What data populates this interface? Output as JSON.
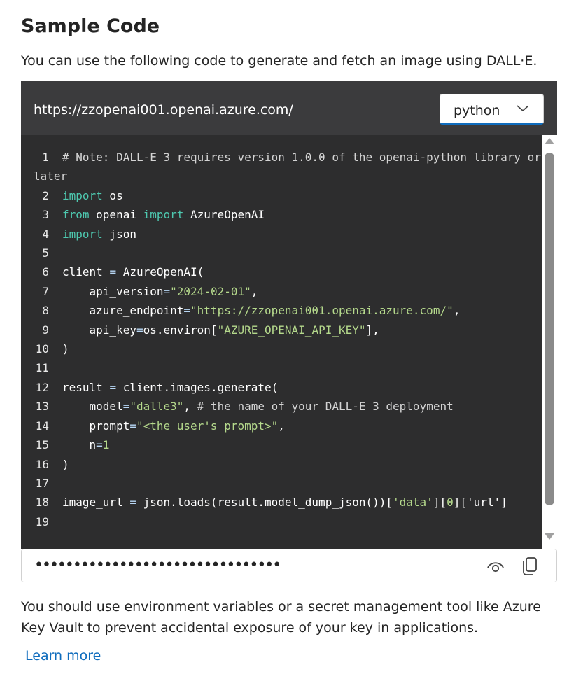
{
  "section": {
    "title": "Sample Code",
    "description": "You can use the following code to generate and fetch an image using DALL·E."
  },
  "code_panel": {
    "endpoint": "https://zzopenai001.openai.azure.com/",
    "language": "python",
    "lines": [
      {
        "n": "1",
        "tokens": [
          {
            "t": "# Note: DALL-E 3 requires version 1.0.0 of the openai-python library or later",
            "c": "cm"
          }
        ]
      },
      {
        "n": "2",
        "tokens": [
          {
            "t": "import",
            "c": "kw"
          },
          {
            "t": " os",
            "c": ""
          }
        ]
      },
      {
        "n": "3",
        "tokens": [
          {
            "t": "from",
            "c": "kw"
          },
          {
            "t": " openai ",
            "c": ""
          },
          {
            "t": "import",
            "c": "kw"
          },
          {
            "t": " AzureOpenAI",
            "c": ""
          }
        ]
      },
      {
        "n": "4",
        "tokens": [
          {
            "t": "import",
            "c": "kw"
          },
          {
            "t": " json",
            "c": ""
          }
        ]
      },
      {
        "n": "5",
        "tokens": []
      },
      {
        "n": "6",
        "tokens": [
          {
            "t": "client ",
            "c": ""
          },
          {
            "t": "=",
            "c": "op"
          },
          {
            "t": " AzureOpenAI(",
            "c": ""
          }
        ]
      },
      {
        "n": "7",
        "tokens": [
          {
            "t": "    api_version",
            "c": ""
          },
          {
            "t": "=",
            "c": "op"
          },
          {
            "t": "\"2024-02-01\"",
            "c": "str"
          },
          {
            "t": ",",
            "c": ""
          }
        ]
      },
      {
        "n": "8",
        "tokens": [
          {
            "t": "    azure_endpoint",
            "c": ""
          },
          {
            "t": "=",
            "c": "op"
          },
          {
            "t": "\"https://zzopenai001.openai.azure.com/\"",
            "c": "str"
          },
          {
            "t": ",",
            "c": ""
          }
        ]
      },
      {
        "n": "9",
        "tokens": [
          {
            "t": "    api_key",
            "c": ""
          },
          {
            "t": "=",
            "c": "op"
          },
          {
            "t": "os.environ[",
            "c": ""
          },
          {
            "t": "\"AZURE_OPENAI_API_KEY\"",
            "c": "str"
          },
          {
            "t": "],",
            "c": ""
          }
        ]
      },
      {
        "n": "10",
        "tokens": [
          {
            "t": ")",
            "c": ""
          }
        ]
      },
      {
        "n": "11",
        "tokens": []
      },
      {
        "n": "12",
        "tokens": [
          {
            "t": "result ",
            "c": ""
          },
          {
            "t": "=",
            "c": "op"
          },
          {
            "t": " client.images.generate(",
            "c": ""
          }
        ]
      },
      {
        "n": "13",
        "tokens": [
          {
            "t": "    model",
            "c": ""
          },
          {
            "t": "=",
            "c": "op"
          },
          {
            "t": "\"dalle3\"",
            "c": "str"
          },
          {
            "t": ", ",
            "c": ""
          },
          {
            "t": "# the name of your DALL-E 3 deployment",
            "c": "cm"
          }
        ]
      },
      {
        "n": "14",
        "tokens": [
          {
            "t": "    prompt",
            "c": ""
          },
          {
            "t": "=",
            "c": "op"
          },
          {
            "t": "\"<the user's prompt>\"",
            "c": "str"
          },
          {
            "t": ",",
            "c": ""
          }
        ]
      },
      {
        "n": "15",
        "tokens": [
          {
            "t": "    n",
            "c": ""
          },
          {
            "t": "=",
            "c": "op"
          },
          {
            "t": "1",
            "c": "num"
          }
        ]
      },
      {
        "n": "16",
        "tokens": [
          {
            "t": ")",
            "c": ""
          }
        ]
      },
      {
        "n": "17",
        "tokens": []
      },
      {
        "n": "18",
        "tokens": [
          {
            "t": "image_url ",
            "c": ""
          },
          {
            "t": "=",
            "c": "op"
          },
          {
            "t": " json.loads(result.model_dump_json())[",
            "c": ""
          },
          {
            "t": "'data'",
            "c": "str"
          },
          {
            "t": "][",
            "c": ""
          },
          {
            "t": "0",
            "c": "num"
          },
          {
            "t": "]['url']",
            "c": ""
          }
        ]
      },
      {
        "n": "19",
        "tokens": []
      }
    ],
    "colors": {
      "keyword": "#4ec9b0",
      "string": "#b5d98c",
      "operator": "#b8d7f5",
      "background": "#2d2d2e",
      "header": "#3b3b3d"
    }
  },
  "api_key_field": {
    "masked_value": "••••••••••••••••••••••••••••••••",
    "show_icon": "eye-icon",
    "copy_icon": "copy-icon"
  },
  "footer": {
    "note": "You should use environment variables or a secret management tool like Azure Key Vault to prevent accidental exposure of your key in applications.",
    "link": "Learn more",
    "link_color": "#0f6cbd"
  }
}
